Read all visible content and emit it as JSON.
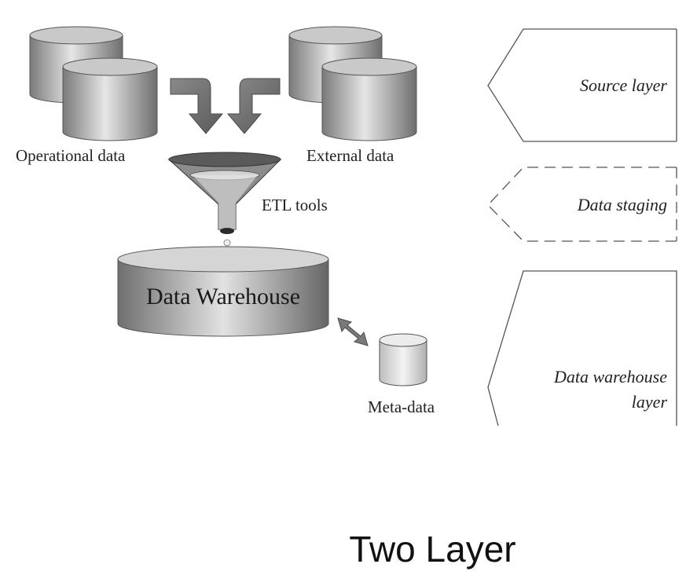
{
  "diagram": {
    "sources": {
      "operational_label": "Operational data",
      "external_label": "External data"
    },
    "etl_label": "ETL tools",
    "warehouse_label": "Data Warehouse",
    "metadata_label": "Meta-data",
    "layers": {
      "source": "Source layer",
      "staging": "Data staging",
      "warehouse_line1": "Data warehouse",
      "warehouse_line2": "layer"
    }
  },
  "caption": "Two Layer"
}
